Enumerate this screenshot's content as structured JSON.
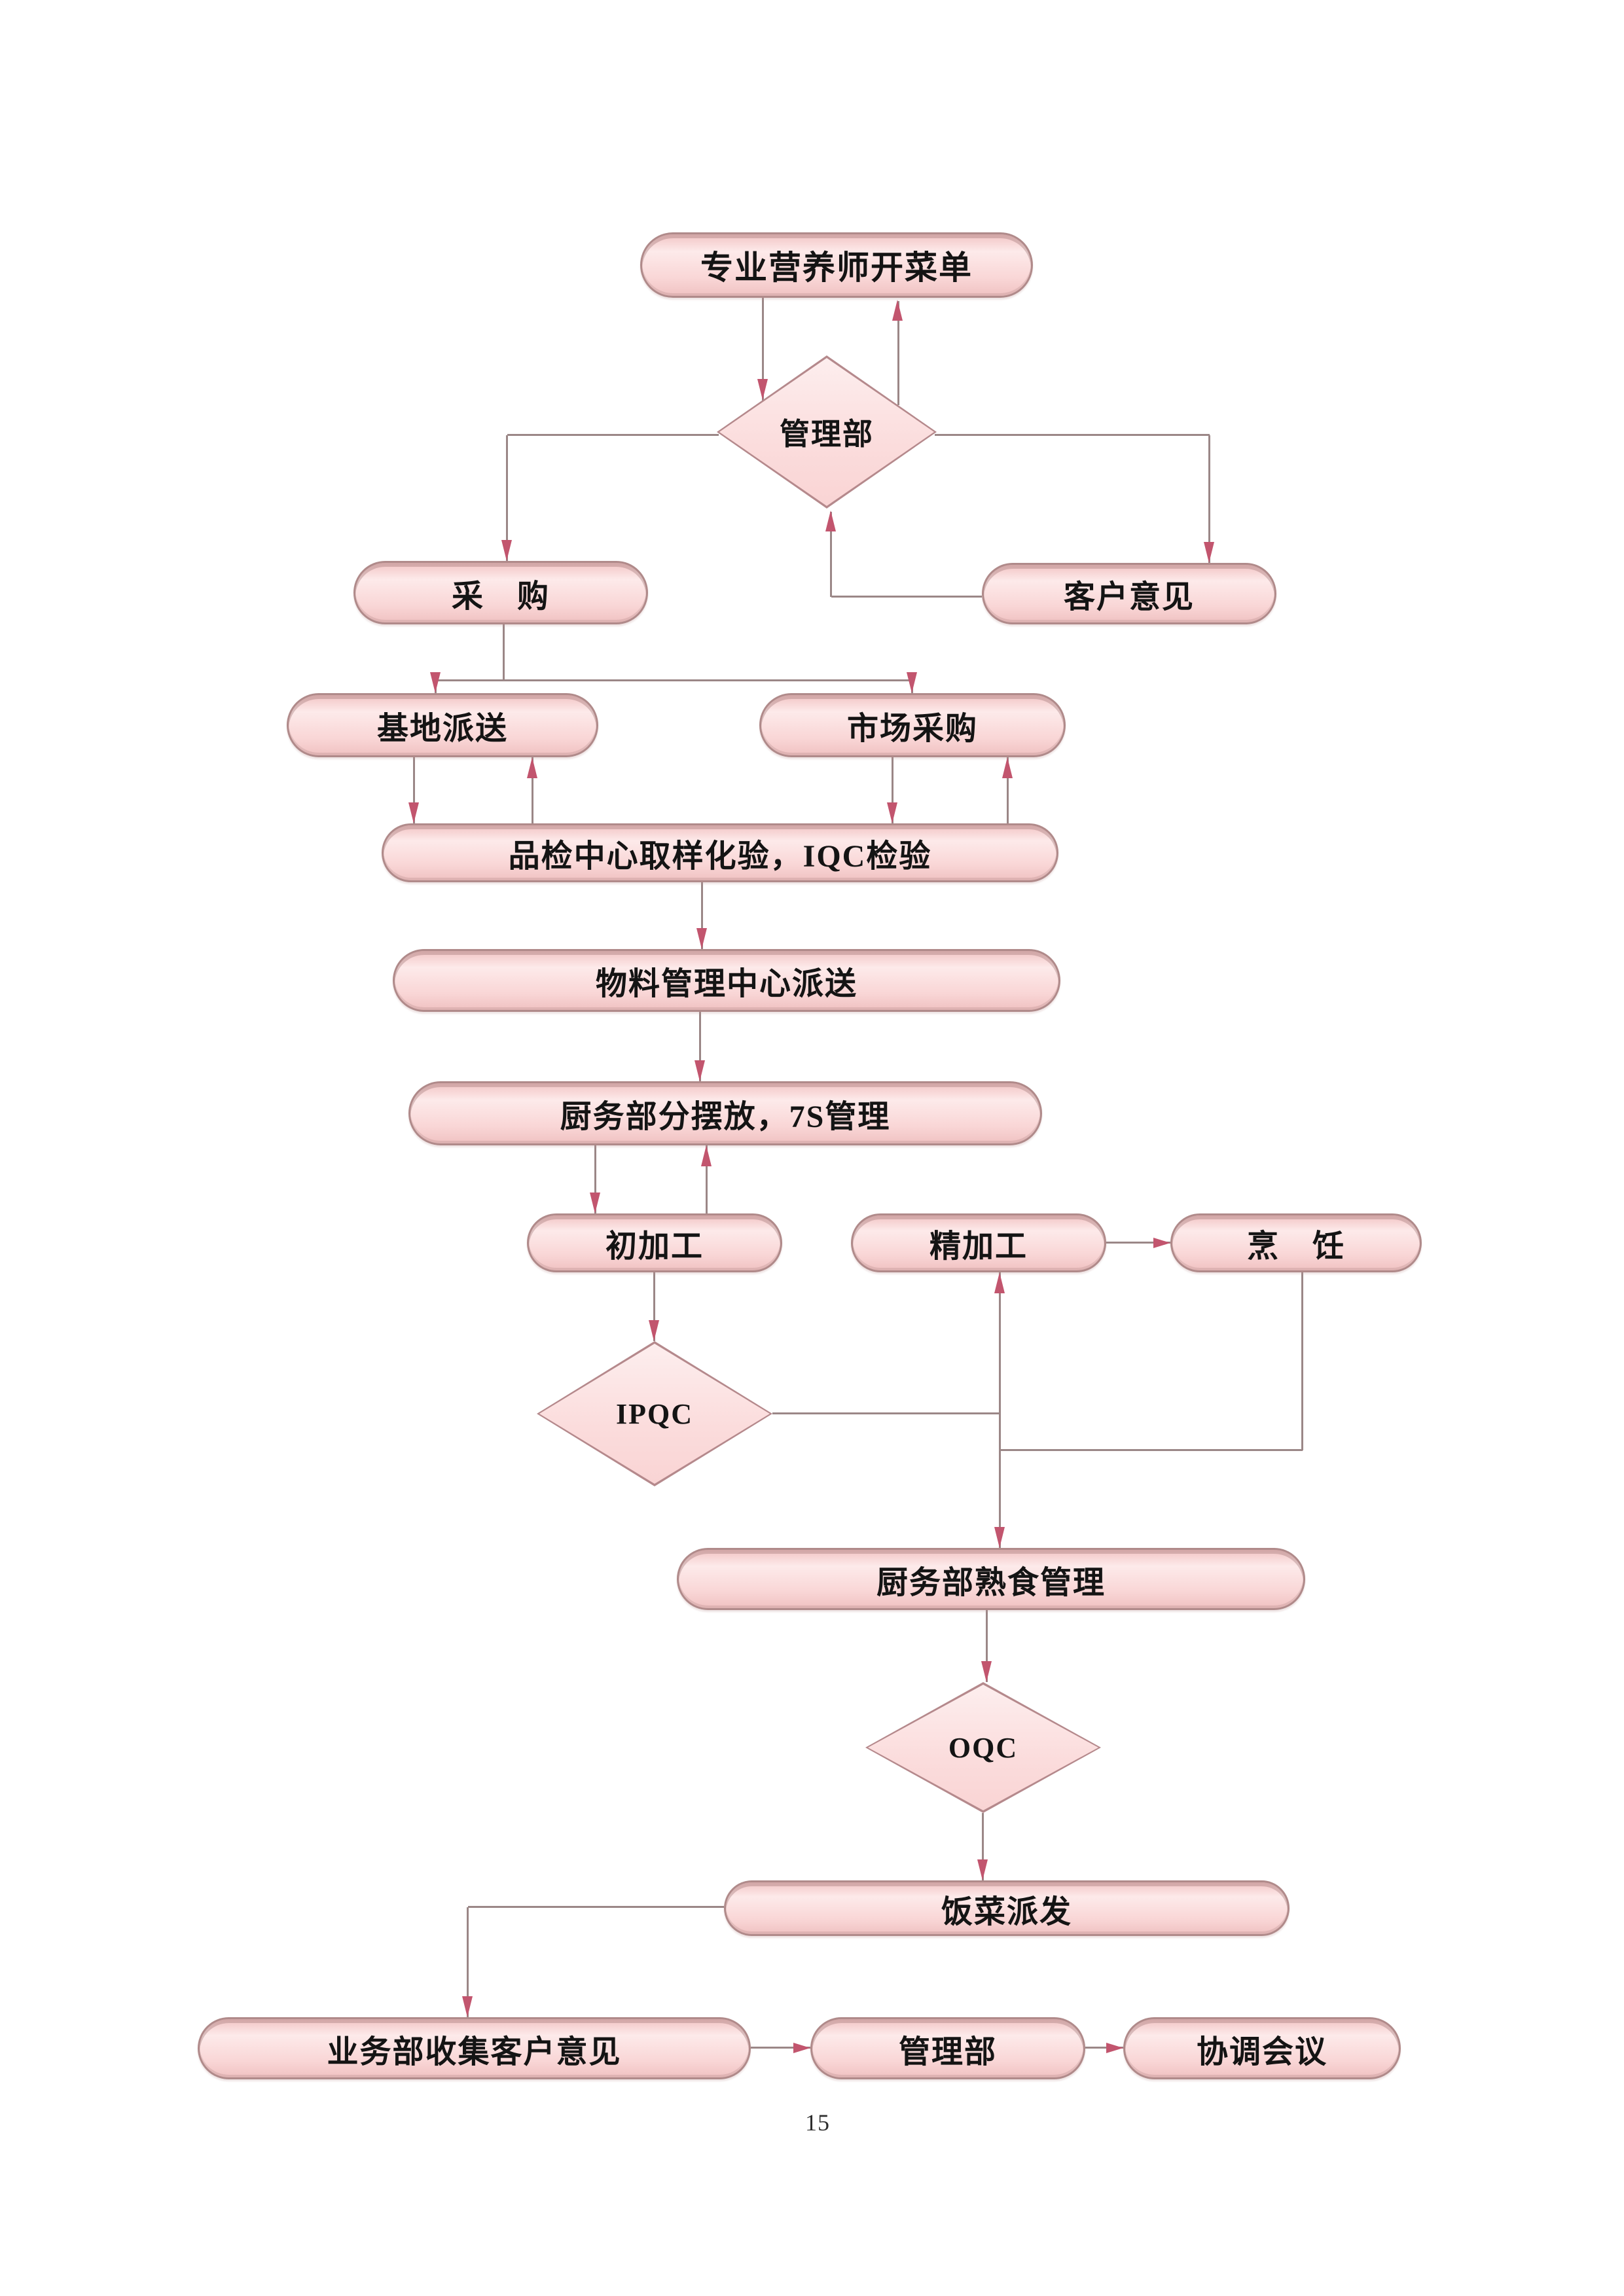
{
  "page": {
    "number": "15",
    "background": "#ffffff"
  },
  "colors": {
    "node_fill_light": "#fdeaea",
    "node_fill": "#f9d6d6",
    "node_border": "#b08a8a",
    "diamond_border": "#b5898c",
    "line": "#9b8787",
    "arrow": "#c2556e",
    "text": "#141414"
  },
  "flowchart": {
    "nodes": {
      "menu": {
        "label": "专业营养师开菜单"
      },
      "mgmt_top": {
        "label": "管理部"
      },
      "purchase": {
        "label": "采　购"
      },
      "customer_feedback": {
        "label": "客户意见"
      },
      "base_delivery": {
        "label": "基地派送"
      },
      "market_purchase": {
        "label": "市场采购"
      },
      "iqc_check": {
        "label": "品检中心取样化验，IQC检验"
      },
      "material_center": {
        "label": "物料管理中心派送"
      },
      "kitchen_placement": {
        "label": "厨务部分摆放，7S管理"
      },
      "initial_processing": {
        "label": "初加工"
      },
      "fine_processing": {
        "label": "精加工"
      },
      "cooking": {
        "label": "烹　饪"
      },
      "ipqc": {
        "label": "IPQC"
      },
      "cooked_food_mgmt": {
        "label": "厨务部熟食管理"
      },
      "oqc": {
        "label": "OQC"
      },
      "meal_distribution": {
        "label": "饭菜派发"
      },
      "collect_feedback": {
        "label": "业务部收集客户意见"
      },
      "mgmt_bottom": {
        "label": "管理部"
      },
      "coordination_meeting": {
        "label": "协调会议"
      }
    }
  }
}
